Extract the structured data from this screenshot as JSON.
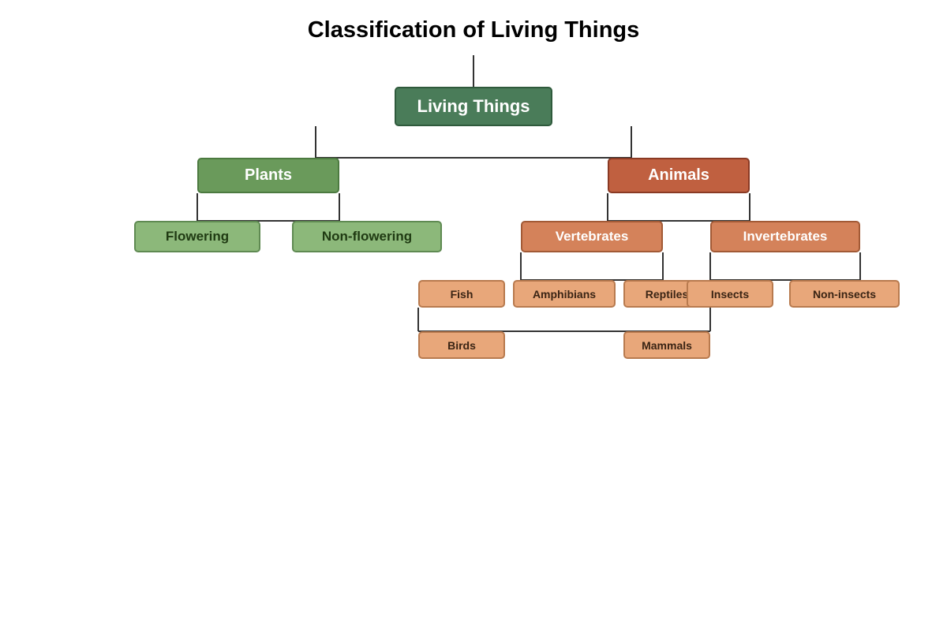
{
  "title": "Classification of Living Things",
  "nodes": {
    "root": "Living Things",
    "plants": "Plants",
    "animals": "Animals",
    "flowering": "Flowering",
    "non_flowering": "Non-flowering",
    "vertebrates": "Vertebrates",
    "invertebrates": "Invertebrates",
    "fish": "Fish",
    "amphibians": "Amphibians",
    "reptiles": "Reptiles",
    "birds": "Birds",
    "mammals": "Mammals",
    "insects": "Insects",
    "non_insects": "Non-insects"
  },
  "colors": {
    "root": "#4a7c59",
    "plants": "#6a9a5b",
    "plant_categories": "#8cb87a",
    "animals": "#c06040",
    "animal_categories": "#d4825a",
    "animal_groups": "#e8a77a",
    "connector": "#333333"
  }
}
